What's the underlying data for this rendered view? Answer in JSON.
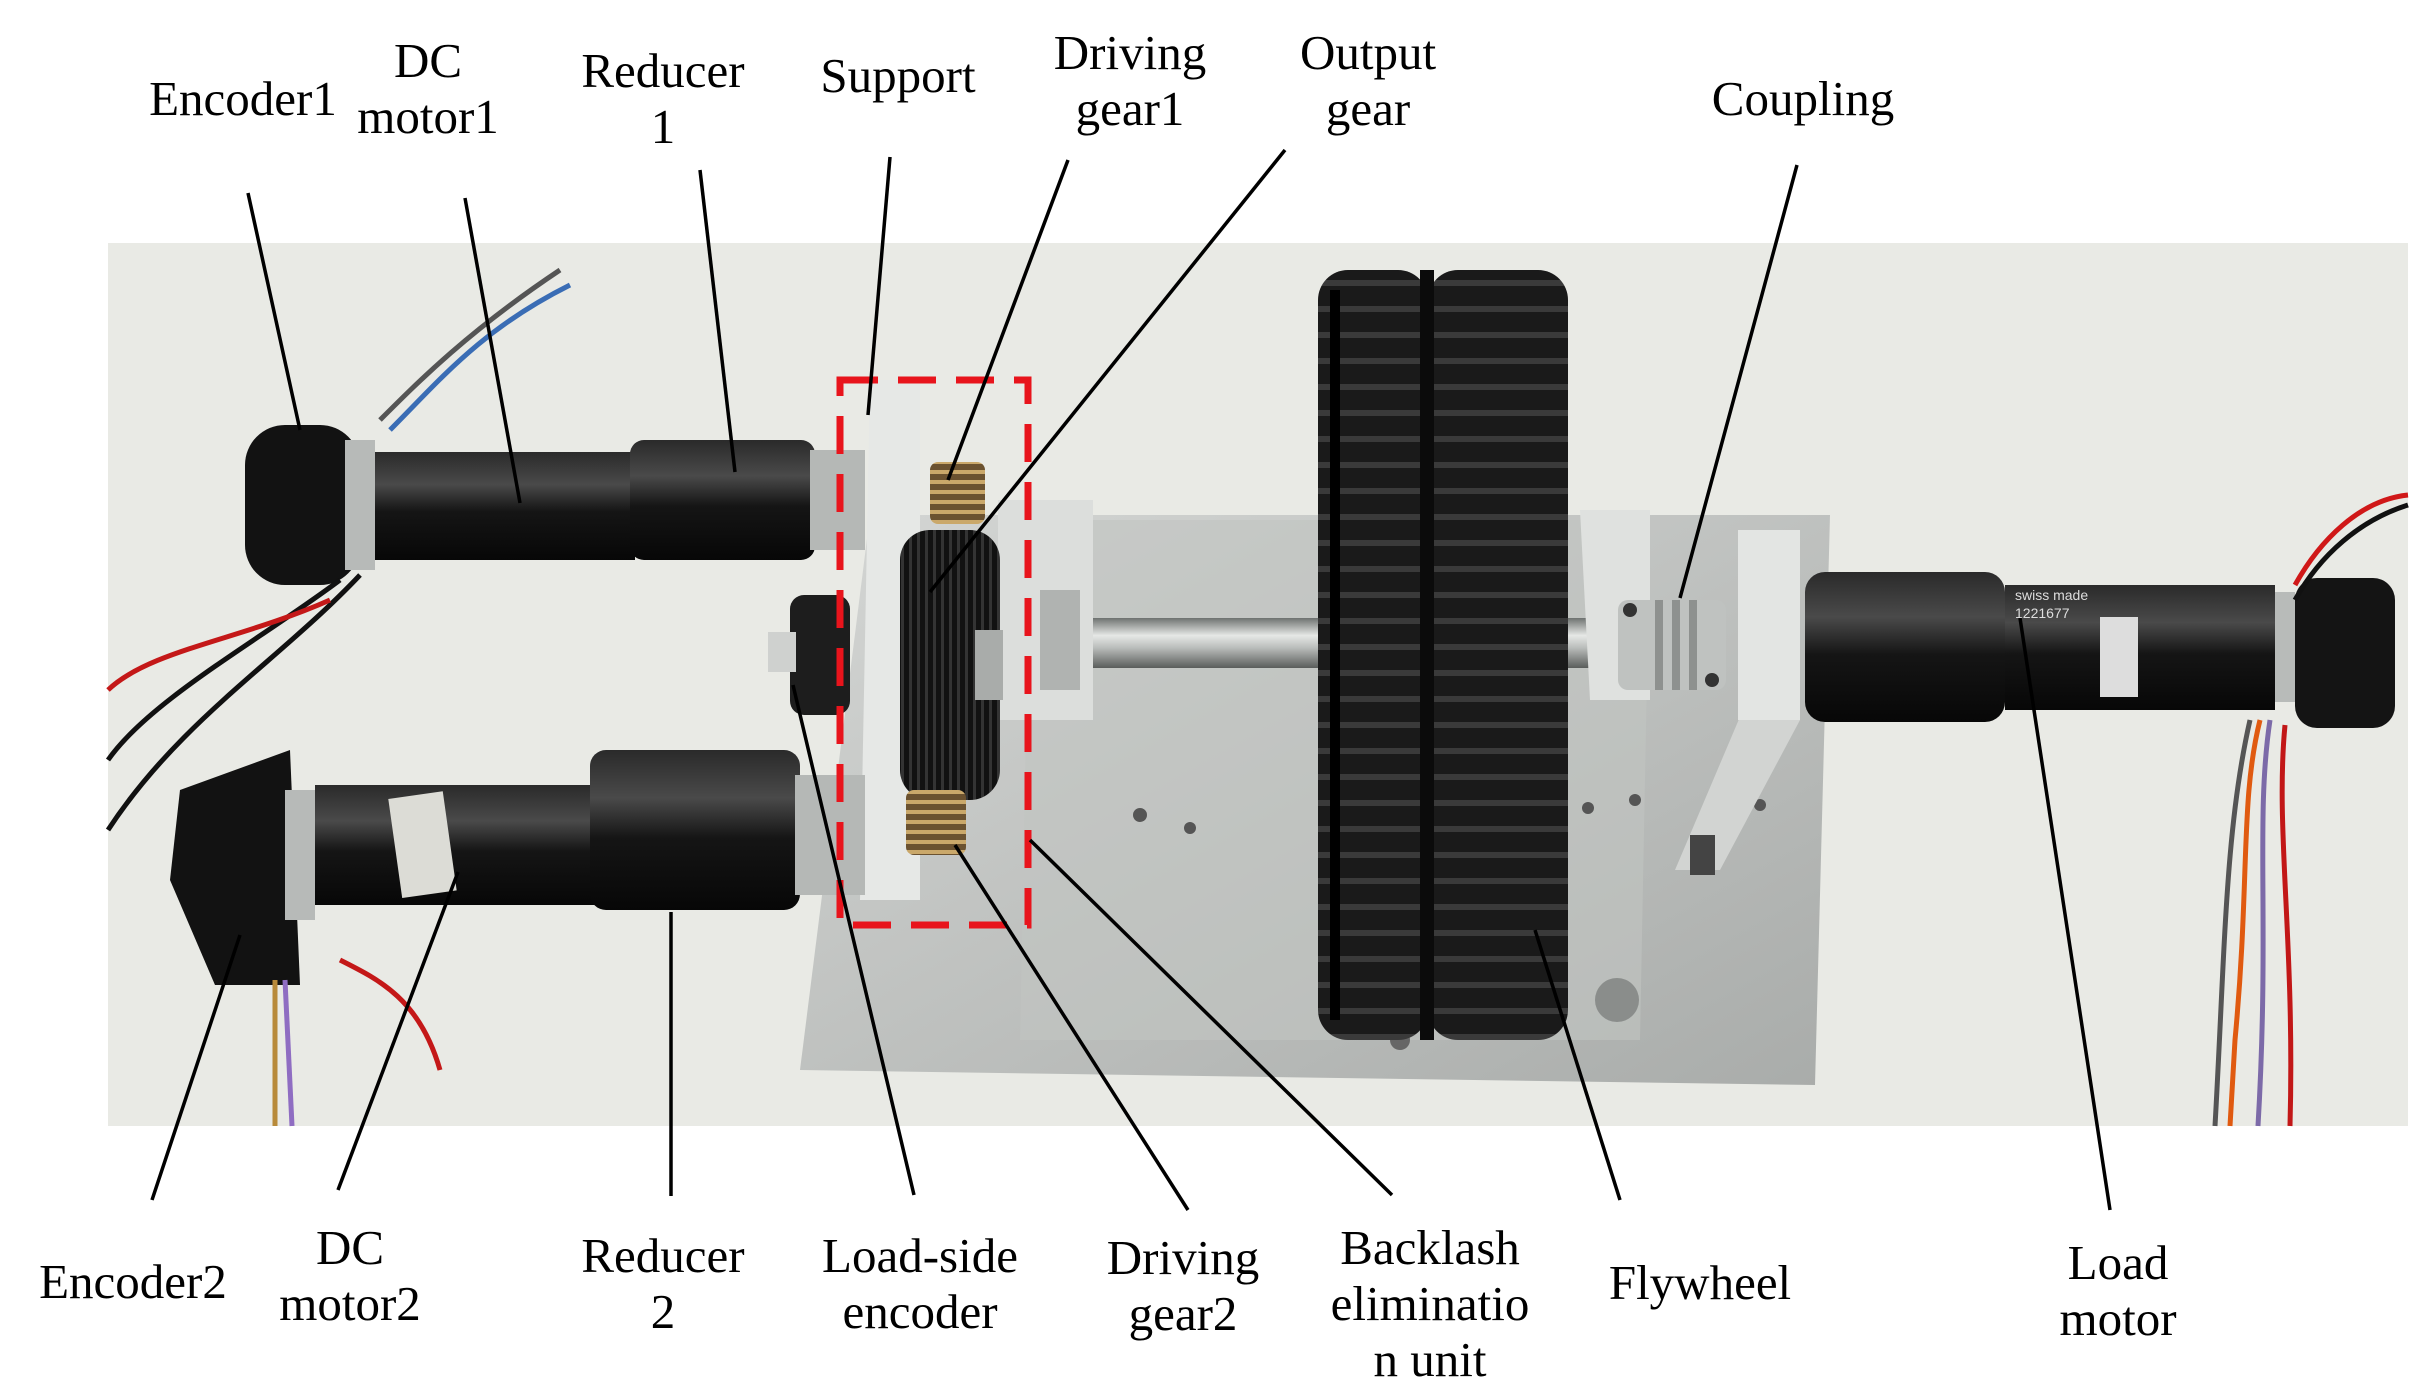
{
  "labels_top": {
    "encoder1": [
      "Encoder1"
    ],
    "dc_motor1": [
      "DC",
      "motor1"
    ],
    "reducer1": [
      "Reducer",
      "1"
    ],
    "support": [
      "Support"
    ],
    "driving_gear1": [
      "Driving",
      "gear1"
    ],
    "output_gear": [
      "Output",
      "gear"
    ],
    "coupling": [
      "Coupling"
    ]
  },
  "labels_bottom": {
    "encoder2": [
      "Encoder2"
    ],
    "dc_motor2": [
      "DC",
      "motor2"
    ],
    "reducer2": [
      "Reducer",
      "2"
    ],
    "load_side_encoder": [
      "Load-side",
      "encoder"
    ],
    "driving_gear2": [
      "Driving",
      "gear2"
    ],
    "backlash_unit": [
      "Backlash",
      "eliminatio",
      "n unit"
    ],
    "flywheel": [
      "Flywheel"
    ],
    "load_motor": [
      "Load",
      "motor"
    ]
  },
  "photo_text": {
    "motor_label_1": "swiss made",
    "motor_label_2": "1221677"
  },
  "colors": {
    "background": "#e9eae5",
    "aluminum": "#c9ccca",
    "motor_black": "#141414",
    "dashed_box": "#e8141c",
    "leader_line": "#000000"
  }
}
